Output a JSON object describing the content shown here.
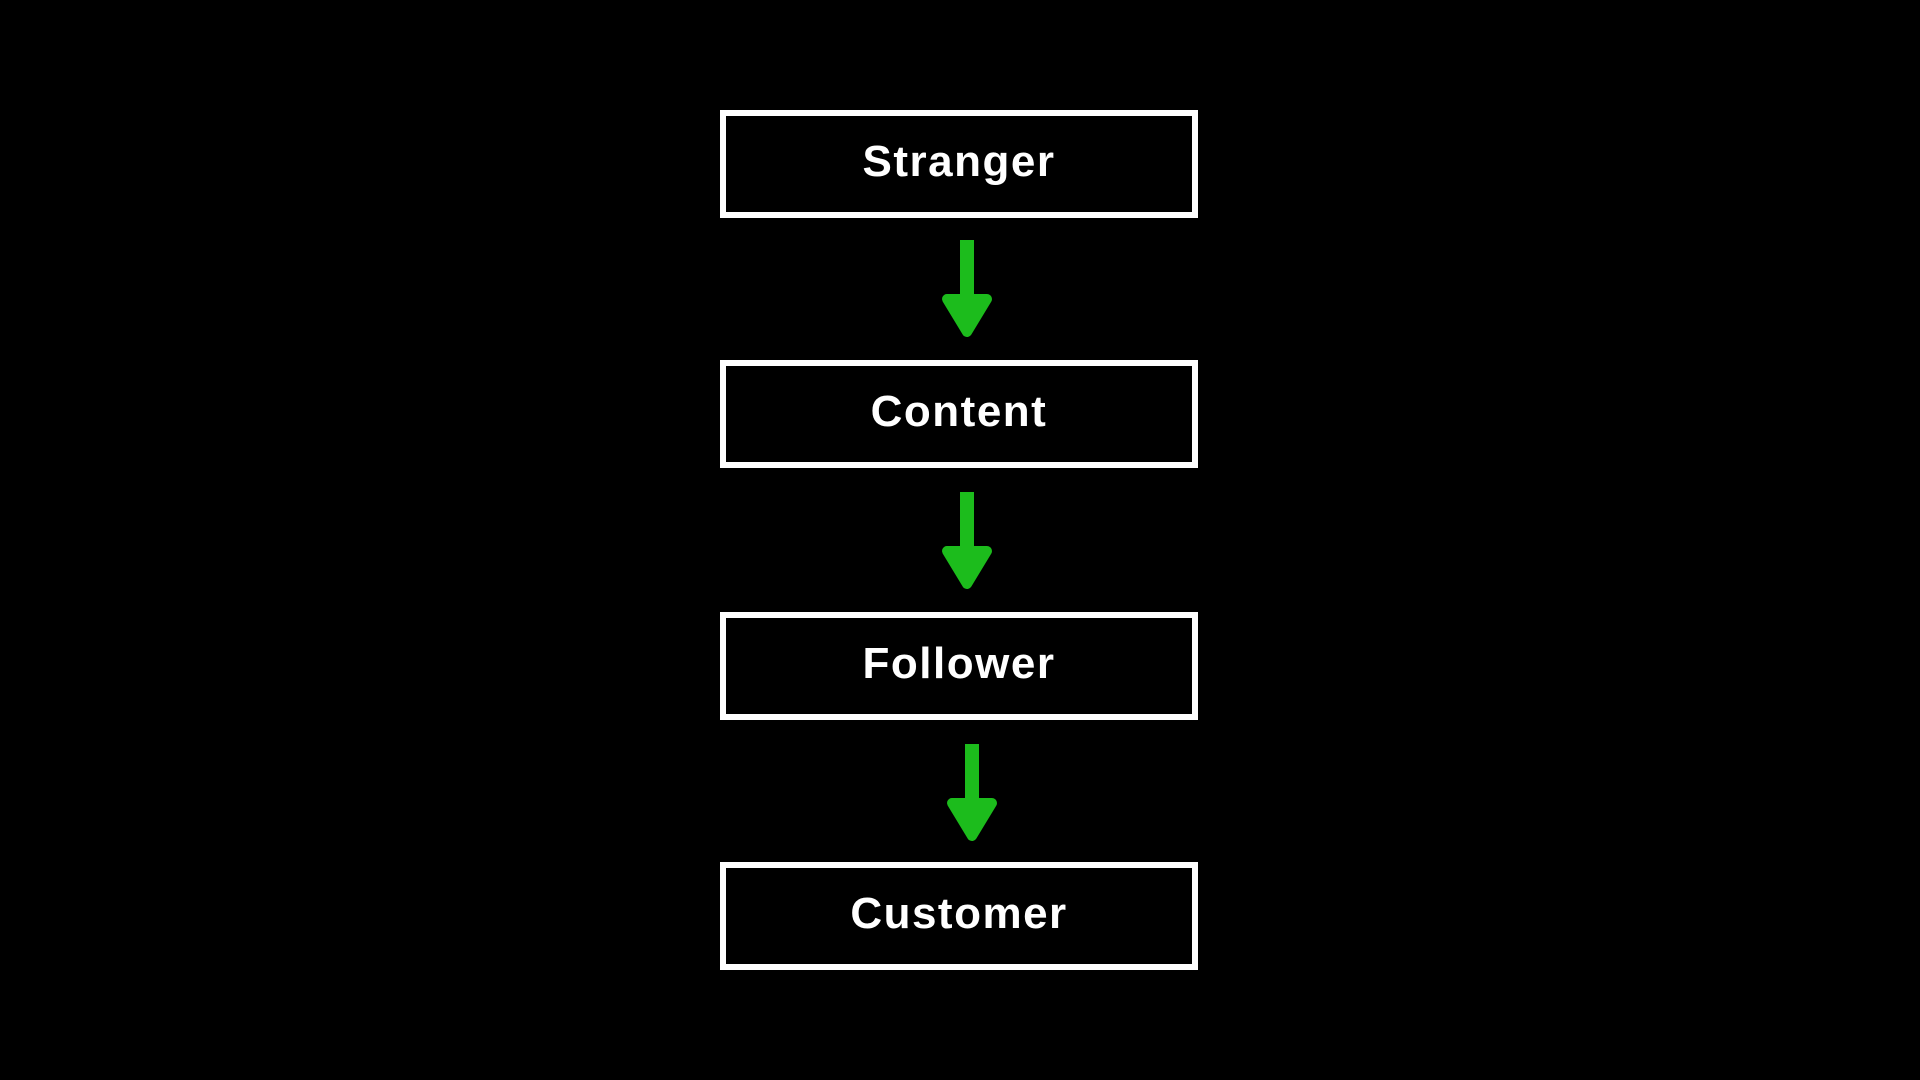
{
  "canvas": {
    "background_color": "#000000",
    "box_border_color": "#ffffff",
    "box_fill_color": "#000000",
    "text_color": "#ffffff",
    "arrow_color": "#1cbc1c"
  },
  "flow": {
    "steps": [
      {
        "label": "Stranger"
      },
      {
        "label": "Content"
      },
      {
        "label": "Follower"
      },
      {
        "label": "Customer"
      }
    ],
    "connector": "down-arrow"
  }
}
